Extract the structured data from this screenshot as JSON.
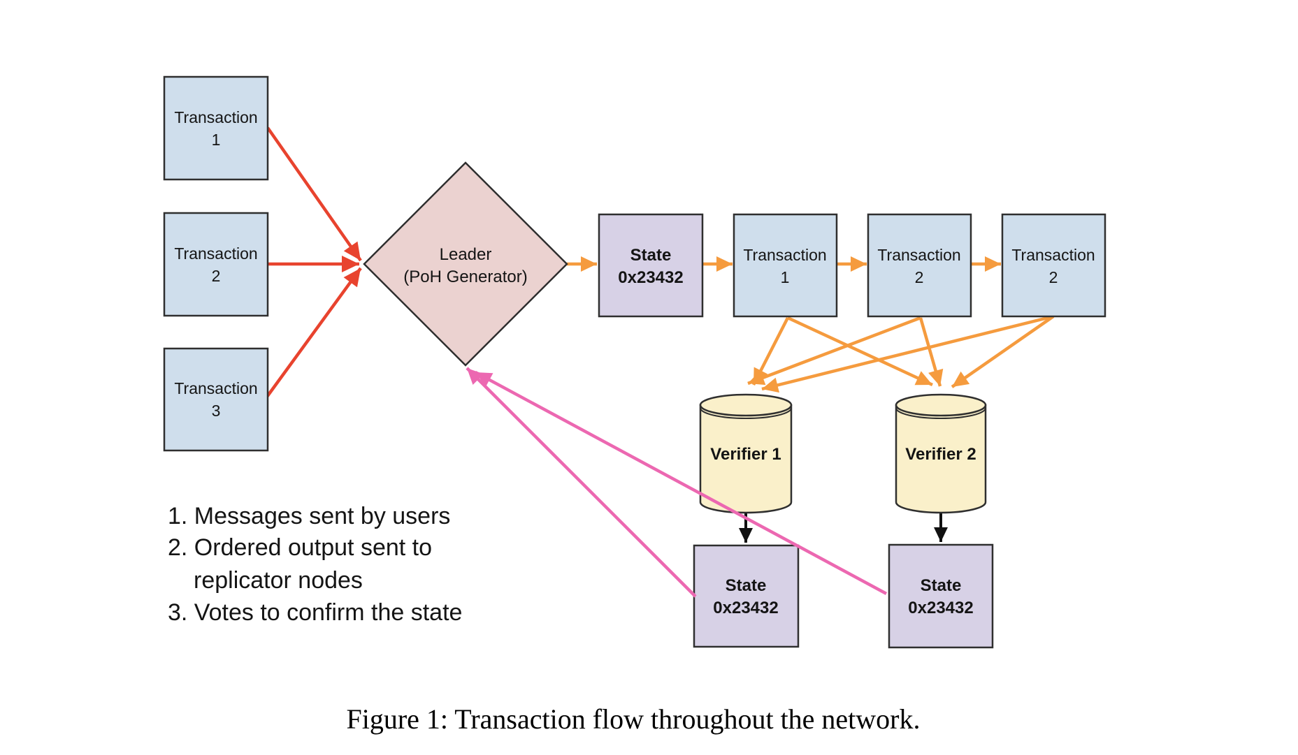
{
  "figure": {
    "caption": "Figure 1: Transaction flow throughout the network."
  },
  "colors": {
    "user_message_red": "#e8432e",
    "ordered_output_orange": "#f59b3e",
    "votes_pink": "#ec68b1",
    "box_blue": "#cfdeec",
    "state_purple": "#d7d1e6",
    "leader_rose": "#ebd2d0",
    "verifier_cream": "#faf0ca",
    "arrow_black": "#111111"
  },
  "nodes": {
    "user_transactions": [
      {
        "line1": "Transaction",
        "line2": "1"
      },
      {
        "line1": "Transaction",
        "line2": "2"
      },
      {
        "line1": "Transaction",
        "line2": "3"
      }
    ],
    "leader": {
      "line1": "Leader",
      "line2": "(PoH Generator)"
    },
    "chain": [
      {
        "line1": "State",
        "line2": "0x23432"
      },
      {
        "line1": "Transaction",
        "line2": "1"
      },
      {
        "line1": "Transaction",
        "line2": "2"
      },
      {
        "line1": "Transaction",
        "line2": "2"
      }
    ],
    "verifiers": [
      {
        "label": "Verifier 1"
      },
      {
        "label": "Verifier 2"
      }
    ],
    "verifier_states": [
      {
        "line1": "State",
        "line2": "0x23432"
      },
      {
        "line1": "State",
        "line2": "0x23432"
      }
    ]
  },
  "legend": {
    "items": [
      {
        "text": "1. Messages sent by users",
        "color": "#e8432e"
      },
      {
        "text": "2. Ordered output sent to",
        "color": "#f5973c"
      },
      {
        "text": "replicator nodes",
        "color": "#f5973c"
      },
      {
        "text": "3. Votes to confirm the state",
        "color": "#c33f88"
      }
    ]
  }
}
